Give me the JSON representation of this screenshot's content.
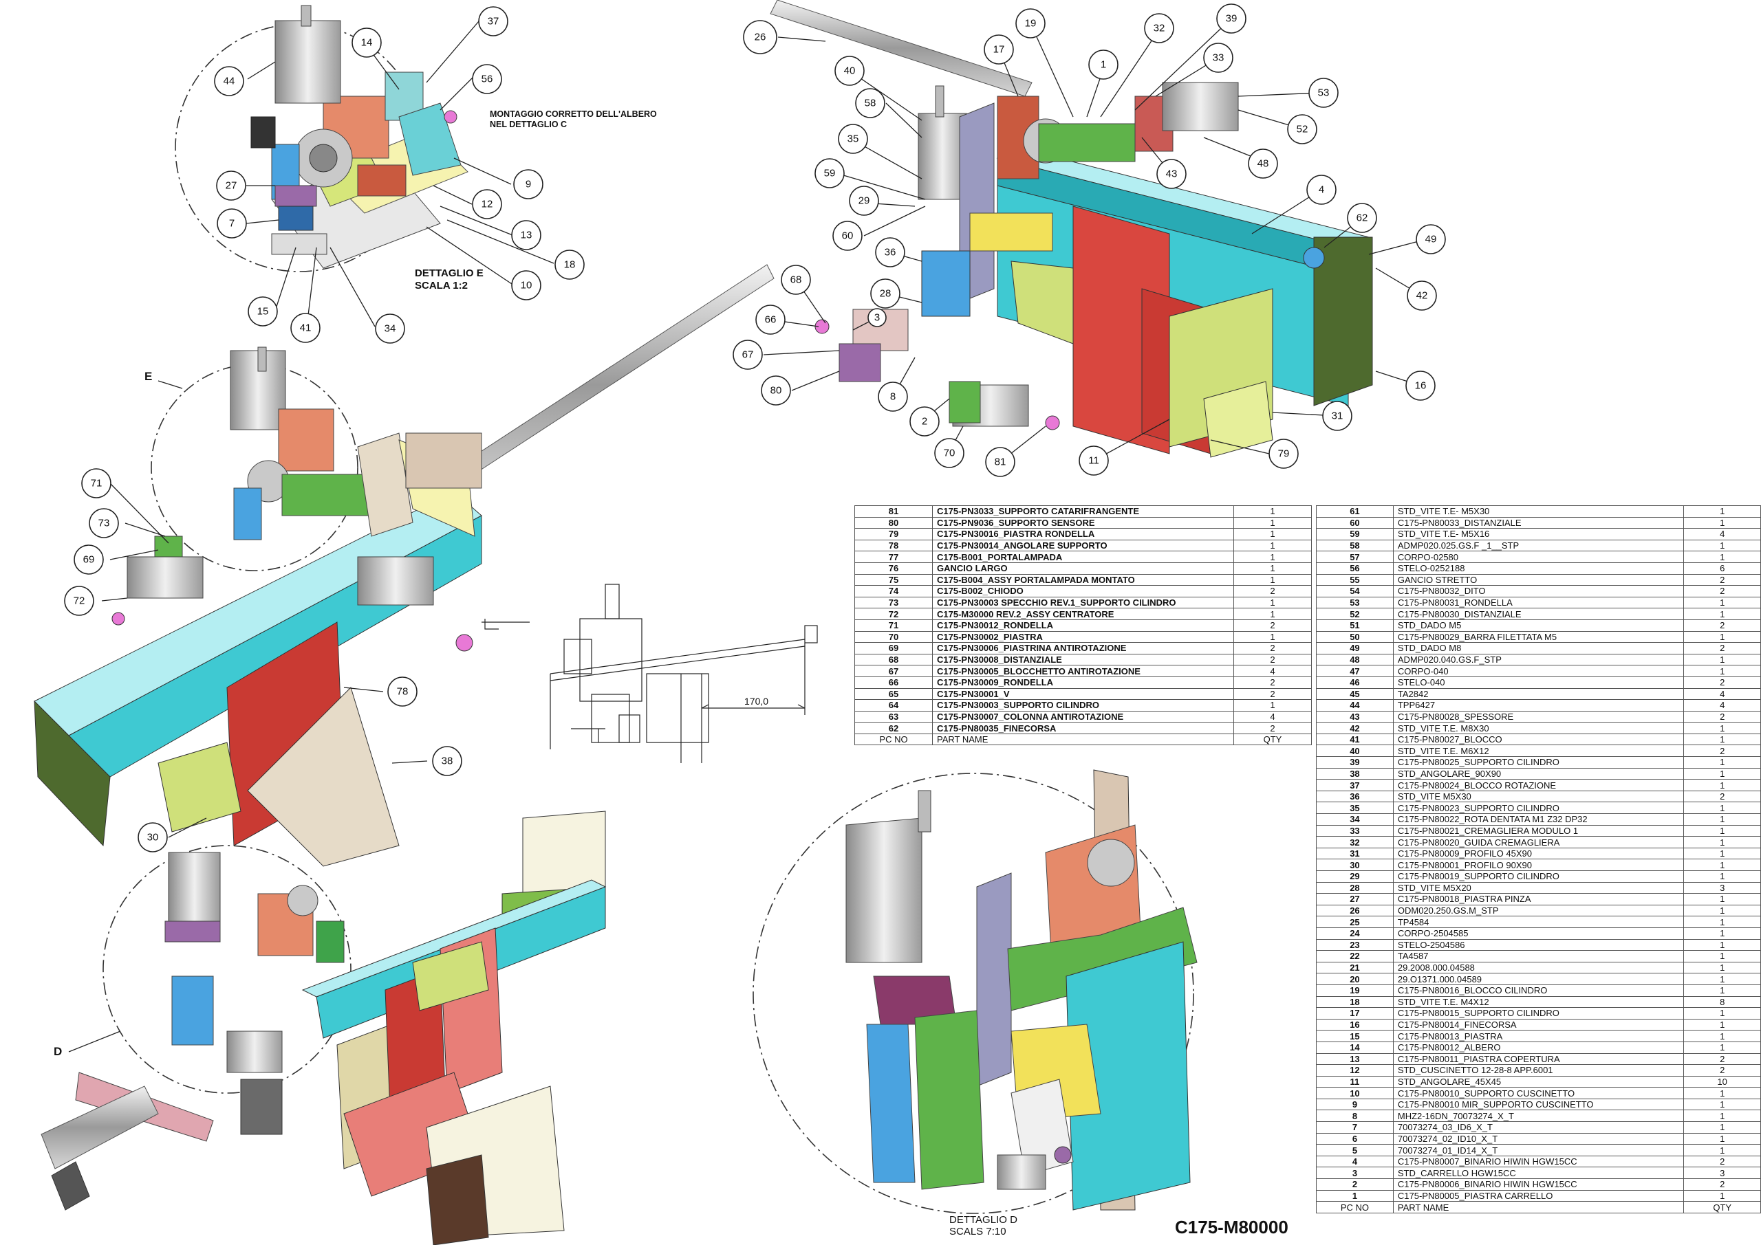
{
  "notes": {
    "mount_note_line1": "MONTAGGIO CORRETTO DELL'ALBERO",
    "mount_note_line2": "NEL DETTAGLIO C",
    "detail_e_line1": "DETTAGLIO E",
    "detail_e_line2": "SCALA 1:2",
    "detail_d_line1": "DETTAGLIO D",
    "detail_d_line2": "SCALS 7:10",
    "label_e": "E",
    "label_d": "D",
    "dimension": "170,0",
    "drawing_code": "C175-M80000"
  },
  "balloons": {
    "b37": "37",
    "b44": "44",
    "b14": "14",
    "b56": "56",
    "b9": "9",
    "b12": "12",
    "b13": "13",
    "b18": "18",
    "b10": "10",
    "b27": "27",
    "b7": "7",
    "b15": "15",
    "b41": "41",
    "b34": "34",
    "b26": "26",
    "b19": "19",
    "b32": "32",
    "b39": "39",
    "b17": "17",
    "b1": "1",
    "b33": "33",
    "b40": "40",
    "b53": "53",
    "b58": "58",
    "b52": "52",
    "b35": "35",
    "b48": "48",
    "b43": "43",
    "b59": "59",
    "b4": "4",
    "b29": "29",
    "b62": "62",
    "b49": "49",
    "b60": "60",
    "b36": "36",
    "b42": "42",
    "b68": "68",
    "b28": "28",
    "b66": "66",
    "b3": "3",
    "b67": "67",
    "b16": "16",
    "b80": "80",
    "b8": "8",
    "b2": "2",
    "b31": "31",
    "b70": "70",
    "b81": "81",
    "b11": "11",
    "b79": "79",
    "b71": "71",
    "b73": "73",
    "b69": "69",
    "b72": "72",
    "b78": "78",
    "b38": "38",
    "b30": "30"
  },
  "bom_left": {
    "rows": [
      {
        "no": "81",
        "name": "C175-PN3033_SUPPORTO CATARIFRANGENTE",
        "qty": "1"
      },
      {
        "no": "80",
        "name": "C175-PN9036_SUPPORTO SENSORE",
        "qty": "1"
      },
      {
        "no": "79",
        "name": "C175-PN30016_PIASTRA RONDELLA",
        "qty": "1"
      },
      {
        "no": "78",
        "name": "C175-PN30014_ANGOLARE SUPPORTO",
        "qty": "1"
      },
      {
        "no": "77",
        "name": "C175-B001_PORTALAMPADA",
        "qty": "1"
      },
      {
        "no": "76",
        "name": "GANCIO LARGO",
        "qty": "1"
      },
      {
        "no": "75",
        "name": "C175-B004_ASSY PORTALAMPADA MONTATO",
        "qty": "1"
      },
      {
        "no": "74",
        "name": "C175-B002_CHIODO",
        "qty": "2"
      },
      {
        "no": "73",
        "name": "C175-PN30003 SPECCHIO REV.1_SUPPORTO CILINDRO",
        "qty": "1"
      },
      {
        "no": "72",
        "name": "C175-M30000 REV.2_ASSY CENTRATORE",
        "qty": "1"
      },
      {
        "no": "71",
        "name": "C175-PN30012_RONDELLA",
        "qty": "2"
      },
      {
        "no": "70",
        "name": "C175-PN30002_PIASTRA",
        "qty": "1"
      },
      {
        "no": "69",
        "name": "C175-PN30006_PIASTRINA ANTIROTAZIONE",
        "qty": "2"
      },
      {
        "no": "68",
        "name": "C175-PN30008_DISTANZIALE",
        "qty": "2"
      },
      {
        "no": "67",
        "name": "C175-PN30005_BLOCCHETTO ANTIROTAZIONE",
        "qty": "4"
      },
      {
        "no": "66",
        "name": "C175-PN30009_RONDELLA",
        "qty": "2"
      },
      {
        "no": "65",
        "name": "C175-PN30001_V",
        "qty": "2"
      },
      {
        "no": "64",
        "name": "C175-PN30003_SUPPORTO CILINDRO",
        "qty": "1"
      },
      {
        "no": "63",
        "name": "C175-PN30007_COLONNA ANTIROTAZIONE",
        "qty": "4"
      },
      {
        "no": "62",
        "name": "C175-PN80035_FINECORSA",
        "qty": "2"
      }
    ],
    "header": {
      "no": "PC NO",
      "name": "PART NAME",
      "qty": "QTY"
    }
  },
  "bom_right": {
    "rows": [
      {
        "no": "61",
        "name": "STD_VITE T.E- M5X30",
        "qty": "1"
      },
      {
        "no": "60",
        "name": "C175-PN80033_DISTANZIALE",
        "qty": "1"
      },
      {
        "no": "59",
        "name": "STD_VITE T.E- M5X16",
        "qty": "4"
      },
      {
        "no": "58",
        "name": "ADMP020.025.GS.F _1__STP",
        "qty": "1"
      },
      {
        "no": "57",
        "name": "CORPO-02580",
        "qty": "1"
      },
      {
        "no": "56",
        "name": "STELO-0252188",
        "qty": "6"
      },
      {
        "no": "55",
        "name": "GANCIO STRETTO",
        "qty": "2"
      },
      {
        "no": "54",
        "name": "C175-PN80032_DITO",
        "qty": "2"
      },
      {
        "no": "53",
        "name": "C175-PN80031_RONDELLA",
        "qty": "1"
      },
      {
        "no": "52",
        "name": "C175-PN80030_DISTANZIALE",
        "qty": "1"
      },
      {
        "no": "51",
        "name": "STD_DADO M5",
        "qty": "2"
      },
      {
        "no": "50",
        "name": "C175-PN80029_BARRA FILETTATA M5",
        "qty": "1"
      },
      {
        "no": "49",
        "name": "STD_DADO M8",
        "qty": "2"
      },
      {
        "no": "48",
        "name": "ADMP020.040.GS.F_STP",
        "qty": "1"
      },
      {
        "no": "47",
        "name": "CORPO-040",
        "qty": "1"
      },
      {
        "no": "46",
        "name": "STELO-040",
        "qty": "2"
      },
      {
        "no": "45",
        "name": "TA2842",
        "qty": "4"
      },
      {
        "no": "44",
        "name": "TPP6427",
        "qty": "4"
      },
      {
        "no": "43",
        "name": "C175-PN80028_SPESSORE",
        "qty": "2"
      },
      {
        "no": "42",
        "name": "STD_VITE T.E. M8X30",
        "qty": "1"
      },
      {
        "no": "41",
        "name": "C175-PN80027_BLOCCO",
        "qty": "1"
      },
      {
        "no": "40",
        "name": "STD_VITE T.E. M6X12",
        "qty": "2"
      },
      {
        "no": "39",
        "name": "C175-PN80025_SUPPORTO CILINDRO",
        "qty": "1"
      },
      {
        "no": "38",
        "name": "STD_ANGOLARE_90X90",
        "qty": "1"
      },
      {
        "no": "37",
        "name": "C175-PN80024_BLOCCO ROTAZIONE",
        "qty": "1"
      },
      {
        "no": "36",
        "name": "STD_VITE M5X30",
        "qty": "2"
      },
      {
        "no": "35",
        "name": "C175-PN80023_SUPPORTO CILINDRO",
        "qty": "1"
      },
      {
        "no": "34",
        "name": "C175-PN80022_ROTA DENTATA M1 Z32 DP32",
        "qty": "1"
      },
      {
        "no": "33",
        "name": "C175-PN80021_CREMAGLIERA MODULO 1",
        "qty": "1"
      },
      {
        "no": "32",
        "name": "C175-PN80020_GUIDA CREMAGLIERA",
        "qty": "1"
      },
      {
        "no": "31",
        "name": "C175-PN80009_PROFILO 45X90",
        "qty": "1"
      },
      {
        "no": "30",
        "name": "C175-PN80001_PROFILO 90X90",
        "qty": "1"
      },
      {
        "no": "29",
        "name": "C175-PN80019_SUPPORTO CILINDRO",
        "qty": "1"
      },
      {
        "no": "28",
        "name": "STD_VITE M5X20",
        "qty": "3"
      },
      {
        "no": "27",
        "name": "C175-PN80018_PIASTRA PINZA",
        "qty": "1"
      },
      {
        "no": "26",
        "name": "ODM020.250.GS.M_STP",
        "qty": "1"
      },
      {
        "no": "25",
        "name": "TP4584",
        "qty": "1"
      },
      {
        "no": "24",
        "name": "CORPO-2504585",
        "qty": "1"
      },
      {
        "no": "23",
        "name": "STELO-2504586",
        "qty": "1"
      },
      {
        "no": "22",
        "name": "TA4587",
        "qty": "1"
      },
      {
        "no": "21",
        "name": "29.2008.000.04588",
        "qty": "1"
      },
      {
        "no": "20",
        "name": "29.O1371.000.04589",
        "qty": "1"
      },
      {
        "no": "19",
        "name": "C175-PN80016_BLOCCO CILINDRO",
        "qty": "1"
      },
      {
        "no": "18",
        "name": "STD_VITE T.E. M4X12",
        "qty": "8"
      },
      {
        "no": "17",
        "name": "C175-PN80015_SUPPORTO CILINDRO",
        "qty": "1"
      },
      {
        "no": "16",
        "name": "C175-PN80014_FINECORSA",
        "qty": "1"
      },
      {
        "no": "15",
        "name": "C175-PN80013_PIASTRA",
        "qty": "1"
      },
      {
        "no": "14",
        "name": "C175-PN80012_ALBERO",
        "qty": "1"
      },
      {
        "no": "13",
        "name": "C175-PN80011_PIASTRA COPERTURA",
        "qty": "2"
      },
      {
        "no": "12",
        "name": "STD_CUSCINETTO 12-28-8 APP.6001",
        "qty": "2"
      },
      {
        "no": "11",
        "name": "STD_ANGOLARE_45X45",
        "qty": "10"
      },
      {
        "no": "10",
        "name": "C175-PN80010_SUPPORTO CUSCINETTO",
        "qty": "1"
      },
      {
        "no": "9",
        "name": "C175-PN80010 MIR_SUPPORTO CUSCINETTO",
        "qty": "1"
      },
      {
        "no": "8",
        "name": "MHZ2-16DN_70073274_X_T",
        "qty": "1"
      },
      {
        "no": "7",
        "name": "70073274_03_ID6_X_T",
        "qty": "1"
      },
      {
        "no": "6",
        "name": "70073274_02_ID10_X_T",
        "qty": "1"
      },
      {
        "no": "5",
        "name": "70073274_01_ID14_X_T",
        "qty": "1"
      },
      {
        "no": "4",
        "name": "C175-PN80007_BINARIO HIWIN HGW15CC",
        "qty": "2"
      },
      {
        "no": "3",
        "name": "STD_CARRELLO HGW15CC",
        "qty": "3"
      },
      {
        "no": "2",
        "name": "C175-PN80006_BINARIO HIWIN HGW15CC",
        "qty": "2"
      },
      {
        "no": "1",
        "name": "C175-PN80005_PIASTRA CARRELLO",
        "qty": "1"
      }
    ],
    "header": {
      "no": "PC NO",
      "name": "PART NAME",
      "qty": "QTY"
    }
  },
  "colors": {
    "cyan_profile": "#3fc9d2",
    "red_profile": "#d9473f",
    "olive_plate": "#4e6a2e",
    "yellow_green": "#cfe07a",
    "salmon": "#e58a6a",
    "tan_bracket": "#d9c6b2",
    "purple": "#9a6aa8",
    "blue": "#4aa3e0",
    "pink": "#e879d6",
    "gray_cylinder": "#c9c9c9"
  }
}
